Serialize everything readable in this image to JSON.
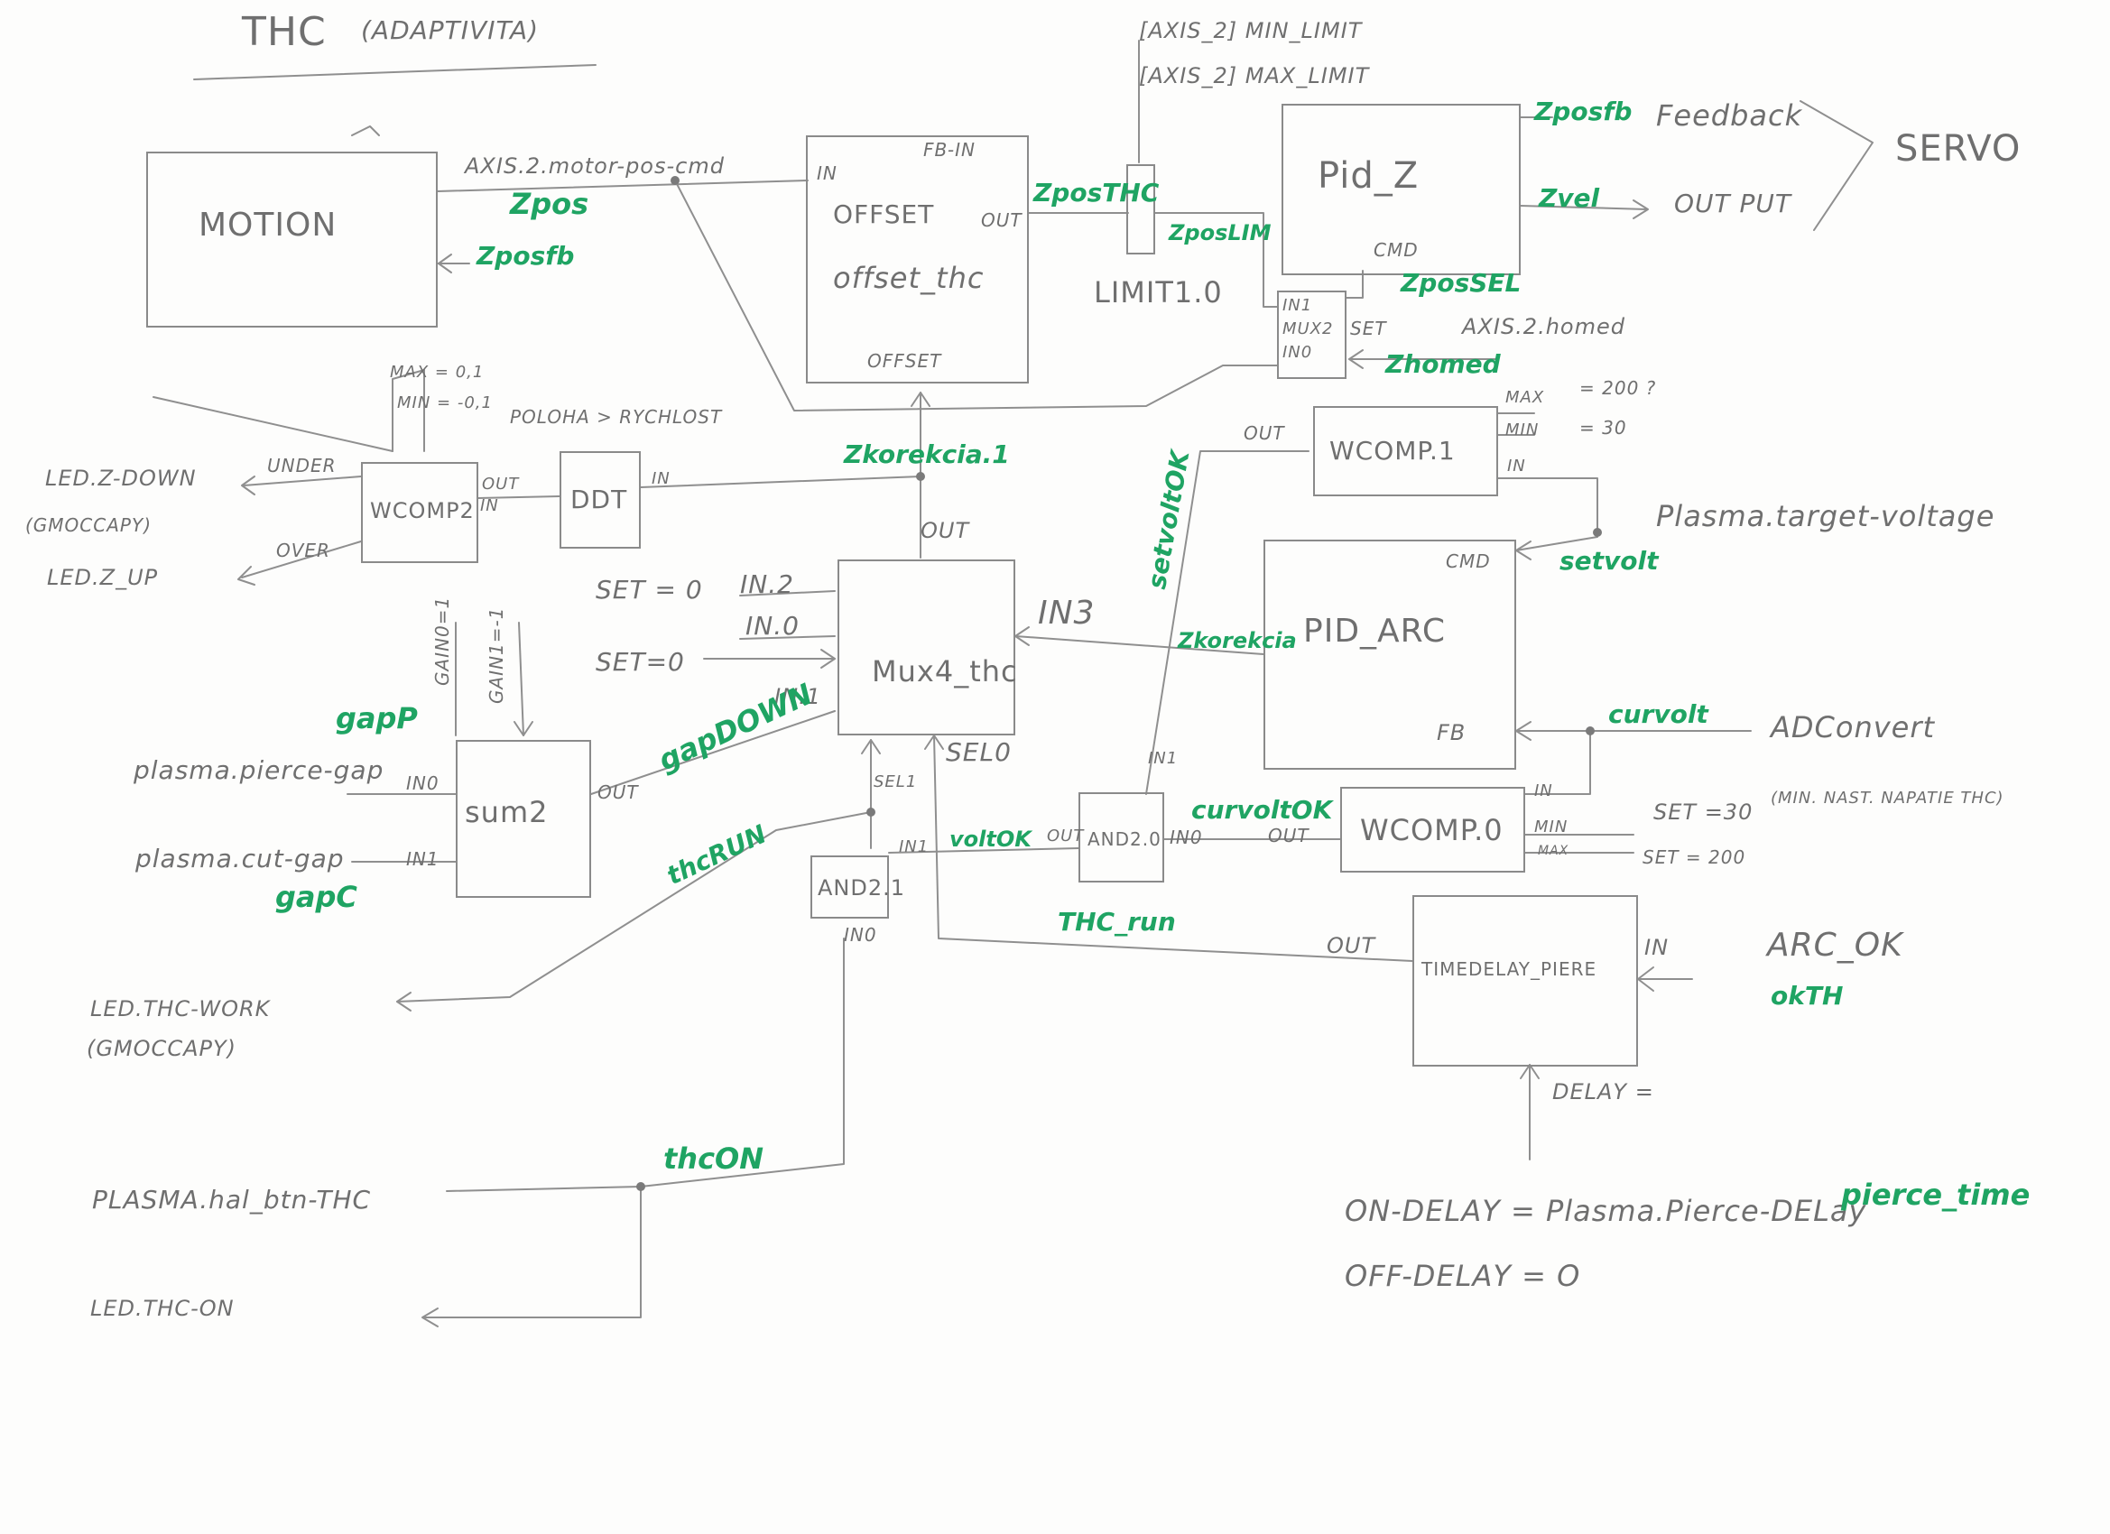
{
  "title": "THC",
  "title_sub": "(ADAPTIVITA)",
  "blocks": {
    "motion": "MOTION",
    "offset": "OFFSET",
    "offset_name": "offset_thc",
    "offset_bottom": "OFFSET",
    "limit": "LIMIT1.0",
    "pid_z": "Pid_Z",
    "mux2": "MUX2",
    "wcomp1": "WCOMP.1",
    "wcomp2": "WCOMP2",
    "ddt": "DDT",
    "pid_arc": "PID_ARC",
    "mux4": "Mux4_thc",
    "sum2": "sum2",
    "and21": "AND2.1",
    "and20": "AND2.0",
    "wcomp0": "WCOMP.0",
    "timedelay": "TIMEDELAY_PIERE"
  },
  "pins": {
    "fb_in": "FB-IN",
    "offset_in": "IN",
    "offset_out": "OUT",
    "pid_z_cmd": "CMD",
    "mux2_in1": "IN1",
    "mux2_in0": "IN0",
    "mux2_set": "SET",
    "wcomp1_out": "OUT",
    "wcomp1_max": "MAX",
    "wcomp1_min": "MIN",
    "wcomp1_in": "IN",
    "wcomp1_max_val": "= 200 ?",
    "wcomp1_min_val": "= 30",
    "wcomp2_under": "UNDER",
    "wcomp2_over": "OVER",
    "wcomp2_in": "IN",
    "ddt_out": "OUT",
    "ddt_in": "IN",
    "pid_arc_cmd": "CMD",
    "pid_arc_fb": "FB",
    "mux4_in2": "IN.2",
    "mux4_in0": "IN.0",
    "mux4_in1": "IN.1",
    "mux4_in3": "IN3",
    "mux4_out": "OUT",
    "mux4_sel0": "SEL0",
    "mux4_sel1": "SEL1",
    "set0a": "SET = 0",
    "set0b": "SET=0",
    "sum2_in0": "IN0",
    "sum2_in1": "IN1",
    "sum2_out": "OUT",
    "gain0": "GAIN0=1",
    "gain1": "GAIN1=-1",
    "and21_in1": "IN1",
    "and21_in0": "IN0",
    "and20_out": "OUT",
    "and20_in1": "IN1",
    "and20_in0": "IN0",
    "wcomp0_out": "OUT",
    "wcomp0_in": "IN",
    "wcomp0_min": "MIN",
    "wcomp0_max": "MAX",
    "wcomp0_set30": "SET =30",
    "wcomp0_set30_note": "(MIN. NAST. NAPATIE THC)",
    "wcomp0_set200": "SET = 200",
    "td_out": "OUT",
    "td_in": "IN",
    "delay": "DELAY =",
    "on_delay": "ON-DELAY = Plasma.Pierce-DELay",
    "off_delay": "OFF-DELAY = O"
  },
  "signals_gray": {
    "axis_limit_min": "[AXIS_2] MIN_LIMIT",
    "axis_limit_max": "[AXIS_2] MAX_LIMIT",
    "feedback": "Feedback",
    "output": "OUT PUT",
    "servo": "SERVO",
    "axis_cmd": "AXIS.2.motor-pos-cmd",
    "axis_homed": "AXIS.2.homed",
    "target_voltage": "Plasma.target-voltage",
    "adconvert": "ADConvert",
    "arc_ok": "ARC_OK",
    "wcomp2_max": "MAX = 0,1",
    "wcomp2_min": "MIN = -0,1",
    "poloha": "POLOHA > RYCHLOST",
    "led_z_down": "LED.Z-DOWN",
    "gmoccapy1": "(GMOCCAPY)",
    "led_z_up": "LED.Z_UP",
    "pierce_gap": "plasma.pierce-gap",
    "cut_gap": "plasma.cut-gap",
    "led_thc_work": "LED.THC-WORK",
    "gmoccapy2": "(GMOCCAPY)",
    "plasma_btn": "PLASMA.hal_btn-THC",
    "led_thc_on": "LED.THC-ON"
  },
  "signals_green": {
    "zpos": "Zpos",
    "zposfb_left": "Zposfb",
    "zposthc": "ZposTHC",
    "zposlim": "ZposLIM",
    "zposfb_right": "Zposfb",
    "zvel": "Zvel",
    "zpossel": "ZposSEL",
    "zhomed": "Zhomed",
    "zkorekcia1": "Zkorekcia.1",
    "setvoltok": "setvoltOK",
    "setvolt": "setvolt",
    "zkorekcia": "Zkorekcia",
    "curvolt": "curvolt",
    "curvoltok": "curvoltOK",
    "gapp": "gapP",
    "gapc": "gapC",
    "gapdown": "gapDOWN",
    "thcrun": "thcRUN",
    "voltok": "voltOK",
    "thc_run": "THC_run",
    "okth": "okTH",
    "thcon": "thcON",
    "pierce_time": "pierce_time"
  }
}
